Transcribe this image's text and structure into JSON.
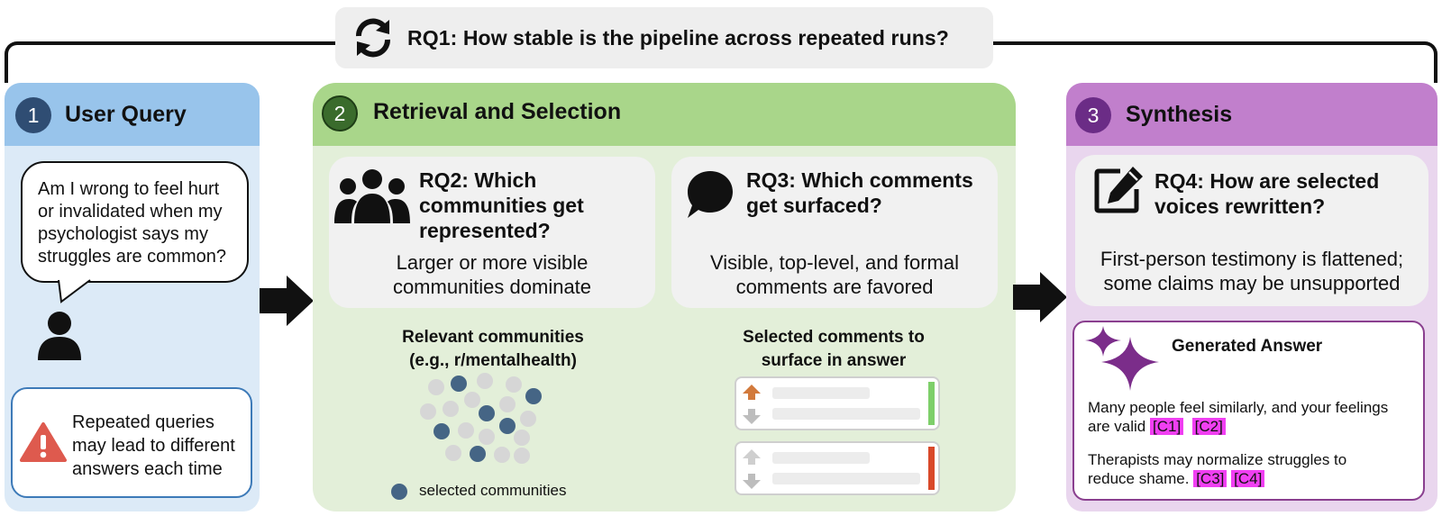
{
  "rq1": {
    "text": "RQ1: How stable is the pipeline across repeated runs?",
    "icon": "refresh-cycle-icon"
  },
  "panels": [
    {
      "number": "1",
      "title": "User Query",
      "color": "#98c4eb"
    },
    {
      "number": "2",
      "title": "Retrieval and Selection",
      "color": "#a9d68a"
    },
    {
      "number": "3",
      "title": "Synthesis",
      "color": "#c17fcc"
    }
  ],
  "user_query": {
    "question_lines": [
      "Am I wrong to feel hurt",
      "or invalidated when my",
      "psychologist says my",
      "struggles are common?"
    ],
    "warning_lines": [
      "Repeated queries",
      "may lead to different",
      "answers each time"
    ]
  },
  "rq2": {
    "title_lines": [
      "RQ2: Which",
      "communities get",
      "represented?"
    ],
    "body_lines": [
      "Larger or more visible",
      "communities dominate"
    ],
    "caption_lines": [
      "Relevant communities",
      "(e.g., r/mentalhealth)"
    ],
    "legend": "selected communities"
  },
  "rq3": {
    "title_lines": [
      "RQ3: Which comments",
      "get surfaced?"
    ],
    "body_lines": [
      "Visible, top-level, and formal",
      "comments are favored"
    ],
    "caption_lines": [
      "Selected comments to",
      "surface in answer"
    ]
  },
  "rq4": {
    "title_lines": [
      "RQ4: How are selected",
      "voices rewritten?"
    ],
    "body_lines": [
      "First-person testimony is flattened;",
      "some claims may be unsupported"
    ]
  },
  "answer": {
    "title": "Generated Answer",
    "para1": "Many people feel similarly, and your feelings",
    "para1b": "are valid",
    "tag1": "[C1]",
    "tag2": "[C2]",
    "para2": "Therapists may normalize struggles to",
    "para2b": "reduce shame.",
    "tag3": "[C3]",
    "tag4": "[C4]"
  },
  "colors": {
    "selected_dot": "#456585",
    "unselected_dot": "#d6d6d6",
    "upvote": "#d27a3c",
    "accent_green": "#7ecf6a",
    "accent_red": "#d9492a",
    "answer_tag": "#f03ff2"
  }
}
